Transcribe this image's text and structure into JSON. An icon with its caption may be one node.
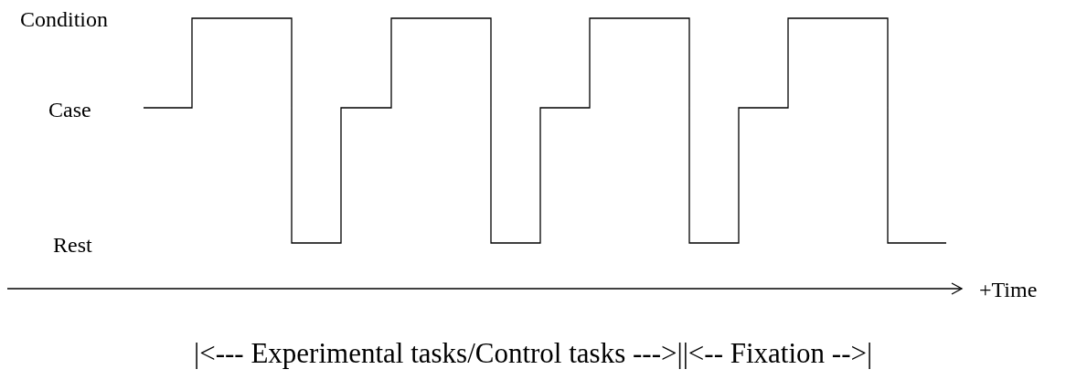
{
  "diagram": {
    "labels": [
      "Condition",
      "Case",
      "Rest",
      "+Time",
      "|<--- Experimental tasks/Control tasks --->||<-- Fixation -->|"
    ]
  }
}
